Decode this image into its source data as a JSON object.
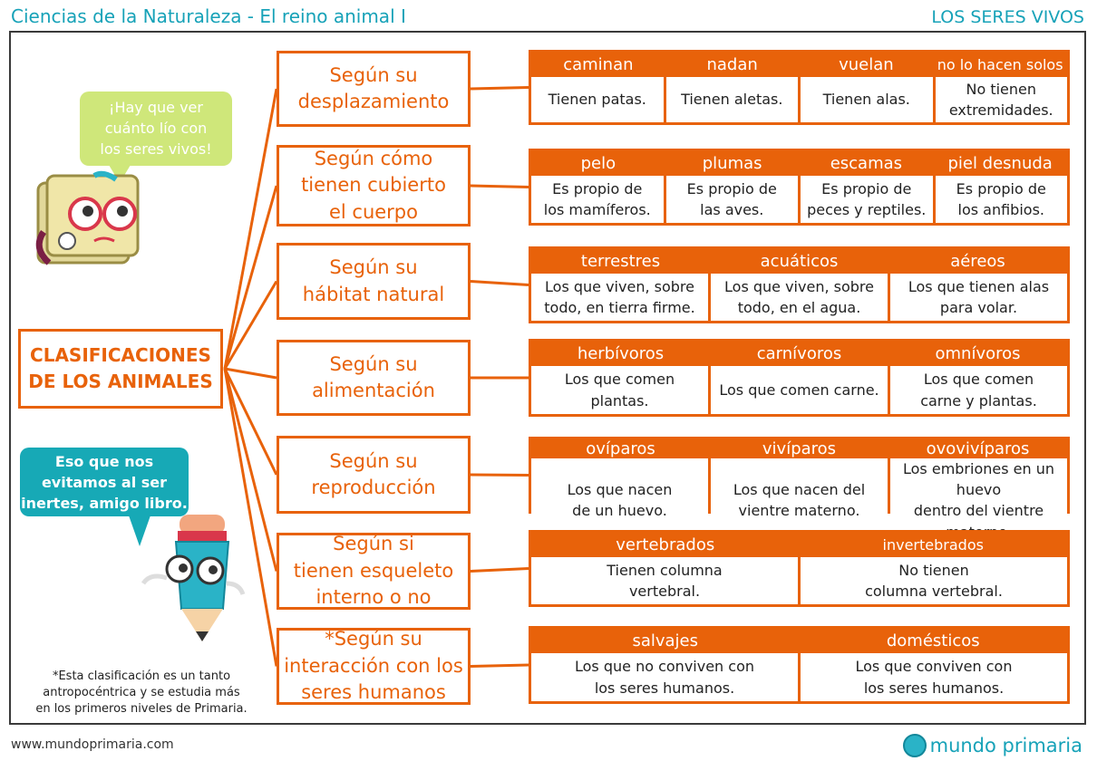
{
  "header": {
    "left_title": "Ciencias de la Naturaleza - El reino animal I",
    "right_title": "LOS SERES VIVOS"
  },
  "root": {
    "label": "CLASIFICACIONES\nDE LOS ANIMALES"
  },
  "bubbles": {
    "book": "¡Hay que ver\ncuánto lío con\nlos seres vivos!",
    "pencil": "Eso que nos\nevitamos al ser\ninertes, amigo libro."
  },
  "note": "*Esta clasificación es un tanto\nantropocéntrica y se estudia más\nen los primeros niveles de Primaria.",
  "categories": [
    {
      "label": "Según su\ndesplazamiento",
      "headers": [
        "caminan",
        "nadan",
        "vuelan",
        "no lo hacen solos"
      ],
      "cells": [
        "Tienen patas.",
        "Tienen aletas.",
        "Tienen alas.",
        "No tienen\nextremidades."
      ]
    },
    {
      "label": "Según cómo\ntienen cubierto\nel cuerpo",
      "headers": [
        "pelo",
        "plumas",
        "escamas",
        "piel desnuda"
      ],
      "cells": [
        "Es propio de\nlos mamíferos.",
        "Es propio de\nlas aves.",
        "Es propio de\npeces y reptiles.",
        "Es propio de\nlos anfibios."
      ]
    },
    {
      "label": "Según su\nhábitat natural",
      "headers": [
        "terrestres",
        "acuáticos",
        "aéreos"
      ],
      "cells": [
        "Los que viven, sobre\ntodo, en tierra firme.",
        "Los que viven, sobre\ntodo, en el agua.",
        "Los que tienen alas\npara volar."
      ]
    },
    {
      "label": "Según su\nalimentación",
      "headers": [
        "herbívoros",
        "carnívoros",
        "omnívoros"
      ],
      "cells": [
        "Los que comen\nplantas.",
        "Los que comen carne.",
        "Los que comen\ncarne y plantas."
      ]
    },
    {
      "label": "Según su\nreproducción",
      "headers": [
        "ovíparos",
        "vivíparos",
        "ovovivíparos"
      ],
      "cells": [
        "Los que nacen\nde un huevo.",
        "Los que nacen del\nvientre materno.",
        "Los embriones en un huevo\ndentro del vientre materno."
      ]
    },
    {
      "label": "Según si\ntienen esqueleto\ninterno o no",
      "headers": [
        "vertebrados",
        "invertebrados"
      ],
      "cells": [
        "Tienen columna\nvertebral.",
        "No tienen\ncolumna vertebral."
      ]
    },
    {
      "label": "*Según su\ninteracción con los\nseres humanos",
      "headers": [
        "salvajes",
        "domésticos"
      ],
      "cells": [
        "Los que no conviven con\nlos seres humanos.",
        "Los que conviven con\nlos seres humanos."
      ]
    }
  ],
  "footer": {
    "url": "www.mundoprimaria.com",
    "brand": "mundo primaria"
  },
  "colors": {
    "accent": "#e8620a",
    "teal": "#17a2b8",
    "lime": "#cfe77a"
  },
  "icons": {
    "book_character": "book-character-icon",
    "pencil_character": "pencil-character-icon",
    "logo": "globe-logo-icon"
  }
}
